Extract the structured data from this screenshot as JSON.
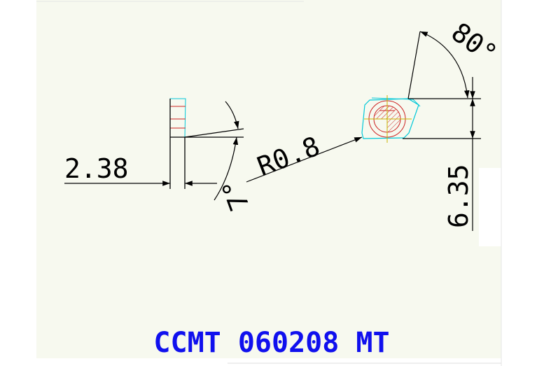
{
  "drawing": {
    "part_code": "CCMT 060208 MT",
    "dimensions": {
      "thickness": "2.38",
      "clearance_angle": "7°",
      "corner_radius": "R0.8",
      "included_angle": "80°",
      "inscribed_circle": "6.35"
    },
    "colors": {
      "title": "#1010ee",
      "background": "#ffffff",
      "panel": "#f7f9ef",
      "line": "#000000",
      "insert_outline": "#00c8d8",
      "centerline": "#c8b400",
      "hatch_red": "#cc2222"
    }
  }
}
